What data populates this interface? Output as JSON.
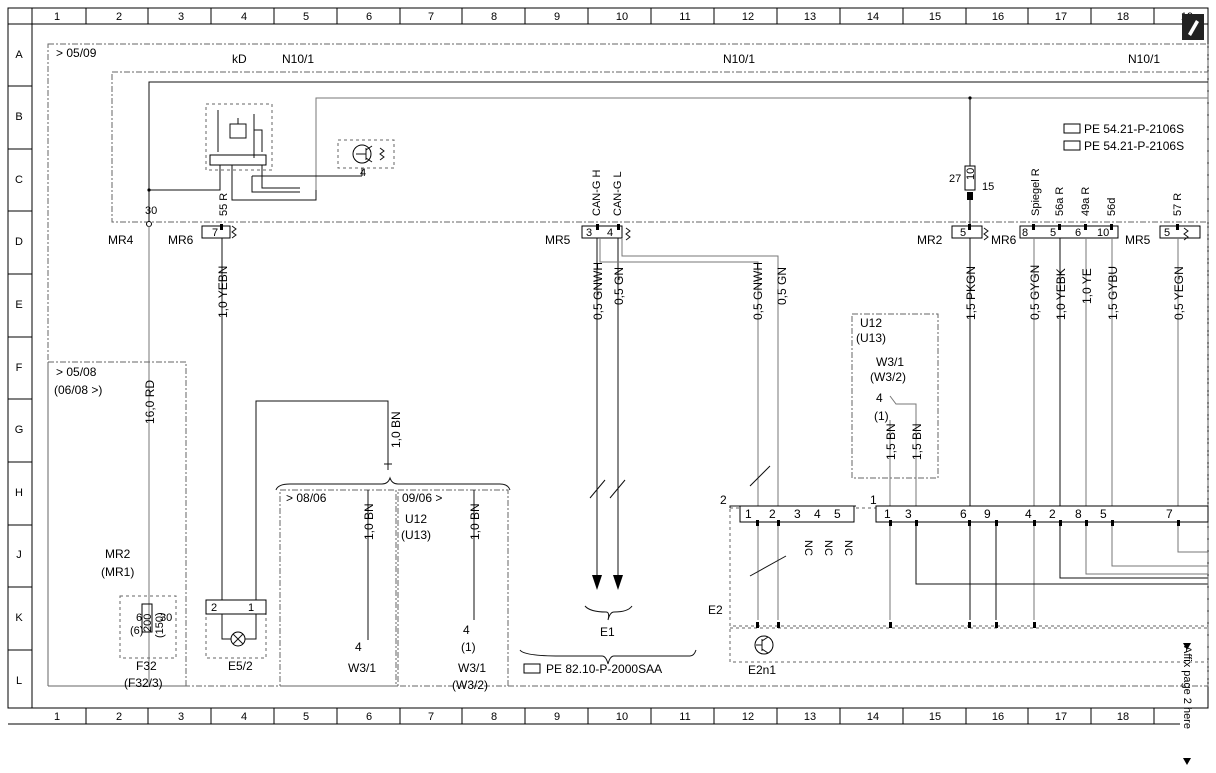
{
  "grid": {
    "columns": [
      "1",
      "2",
      "3",
      "4",
      "5",
      "6",
      "7",
      "8",
      "9",
      "10",
      "11",
      "12",
      "13",
      "14",
      "15",
      "16",
      "17",
      "18",
      "19"
    ],
    "rows": [
      "A",
      "B",
      "C",
      "D",
      "E",
      "F",
      "G",
      "H",
      "J",
      "K",
      "L"
    ]
  },
  "header": {
    "date_top": "> 05/09",
    "kd": "kD",
    "n10_left": "N10/1",
    "n10_mid": "N10/1",
    "n10_right": "N10/1"
  },
  "references": {
    "pe_1": "PE 54.21-P-2106S",
    "pe_2": "PE 54.21-P-2106S",
    "pe_bottom": "PE 82.10-P-2000SAA"
  },
  "fuse_box": {
    "mr4": "MR4",
    "pin30": "30",
    "mr6": "MR6",
    "pin7": "7",
    "pin55r": "55 R",
    "pin4": "4"
  },
  "can": {
    "mr5": "MR5",
    "pin3": "3",
    "pin4": "4",
    "can_h": "CAN-G H",
    "can_l": "CAN-G L"
  },
  "right_conn": {
    "mr2": "MR2",
    "mr6": "MR6",
    "mr5": "MR5",
    "pin5a": "5",
    "pin8": "8",
    "pin5b": "5",
    "pin6": "6",
    "pin10": "10",
    "pin5c": "5",
    "pin27": "27",
    "pin10b": "10",
    "pin15": "15",
    "spiegel": "Spiegel R",
    "s56a": "56a R",
    "s49a": "49a R",
    "s56d": "56d",
    "s57": "57 R"
  },
  "wires": {
    "w_16rd": "16,0 RD",
    "w_yebn": "1,0 YEBN",
    "w_gnwh1": "0,5 GNWH",
    "w_gn1": "0,5 GN",
    "w_gnwh2": "0,5 GNWH",
    "w_gn2": "0,5 GN",
    "w_pkgn": "1,5 PKGN",
    "w_gygn": "0,5 GYGN",
    "w_yebk": "1,0 YEBK",
    "w_ye": "1,0 YE",
    "w_gybu": "1,5 GYBU",
    "w_yegn": "0,5 YEGN",
    "w_bn_g": "1,0 BN",
    "w_bn_h1": "1,0 BN",
    "w_bn_h2": "1,0 BN",
    "w_bn15a": "1,5 BN",
    "w_bn15b": "1,5 BN"
  },
  "u12_box": {
    "u12": "U12",
    "u13": "(U13)",
    "w31": "W3/1",
    "w32": "(W3/2)",
    "p4": "4",
    "p1": "(1)"
  },
  "left_box": {
    "date1": "> 05/08",
    "date2": "(06/08 >)",
    "mr2": "MR2",
    "mr1": "(MR1)",
    "f_a": "6",
    "f_b": "30",
    "f_c": "(6)",
    "f_d": "200",
    "f_e": "(150)",
    "f32": "F32",
    "f32_3": "(F32/3)",
    "e52": "E5/2",
    "e52_p2": "2",
    "e52_p1": "1"
  },
  "box_0806": {
    "date": "> 08/06",
    "p4": "4",
    "w31": "W3/1"
  },
  "box_0906": {
    "date": "09/06 >",
    "u12": "U12",
    "u13": "(U13)",
    "p4": "4",
    "p1": "(1)",
    "w31": "W3/1",
    "w32": "(W3/2)"
  },
  "e1": "E1",
  "e2": {
    "label": "E2",
    "e2n1": "E2n1",
    "n2": "2",
    "n1": "1",
    "left_pins": [
      "1",
      "2",
      "3",
      "4",
      "5"
    ],
    "nc": [
      "NC",
      "NC",
      "NC"
    ],
    "right_pins": [
      "1",
      "3",
      "6",
      "9",
      "4",
      "2",
      "8",
      "5",
      "7"
    ]
  },
  "affix": "Affix page 2 here"
}
